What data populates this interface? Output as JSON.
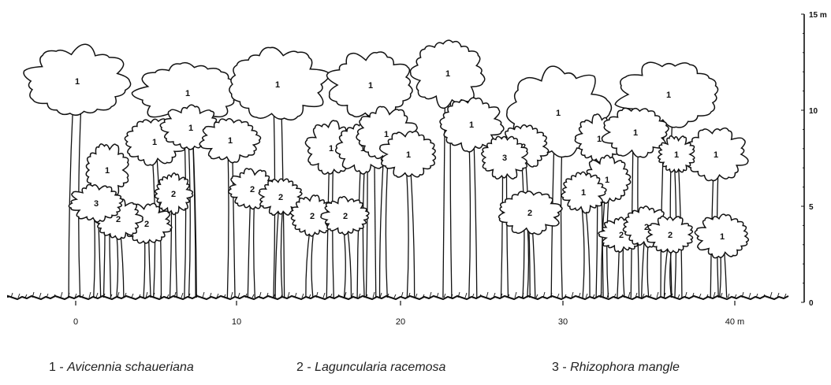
{
  "figure": {
    "x_axis": {
      "ticks": [
        "0",
        "10",
        "20",
        "30",
        "40 m"
      ]
    },
    "y_axis": {
      "ticks": [
        "15 m",
        "10",
        "5",
        "0"
      ]
    },
    "trees": [
      {
        "label": "1"
      },
      {
        "label": "1"
      },
      {
        "label": "1"
      },
      {
        "label": "1"
      },
      {
        "label": "1"
      },
      {
        "label": "1"
      },
      {
        "label": "1"
      },
      {
        "label": "1"
      },
      {
        "label": "1"
      },
      {
        "label": "1"
      },
      {
        "label": "1"
      },
      {
        "label": "1"
      },
      {
        "label": "1"
      },
      {
        "label": "1"
      },
      {
        "label": "1"
      },
      {
        "label": "1"
      },
      {
        "label": "1"
      },
      {
        "label": "1"
      },
      {
        "label": "1"
      },
      {
        "label": "1"
      },
      {
        "label": "1"
      },
      {
        "label": "1"
      },
      {
        "label": "1"
      },
      {
        "label": "2"
      },
      {
        "label": "2"
      },
      {
        "label": "2"
      },
      {
        "label": "2"
      },
      {
        "label": "2"
      },
      {
        "label": "2"
      },
      {
        "label": "2"
      },
      {
        "label": "2"
      },
      {
        "label": "2"
      },
      {
        "label": "2"
      },
      {
        "label": "2"
      },
      {
        "label": "2"
      },
      {
        "label": "3"
      },
      {
        "label": "3"
      }
    ],
    "legend": [
      {
        "number": "1 -",
        "name": "Avicennia schaueriana"
      },
      {
        "number": "2 -",
        "name": "Laguncularia racemosa"
      },
      {
        "number": "3 -",
        "name": "Rhizophora  mangle"
      }
    ]
  }
}
